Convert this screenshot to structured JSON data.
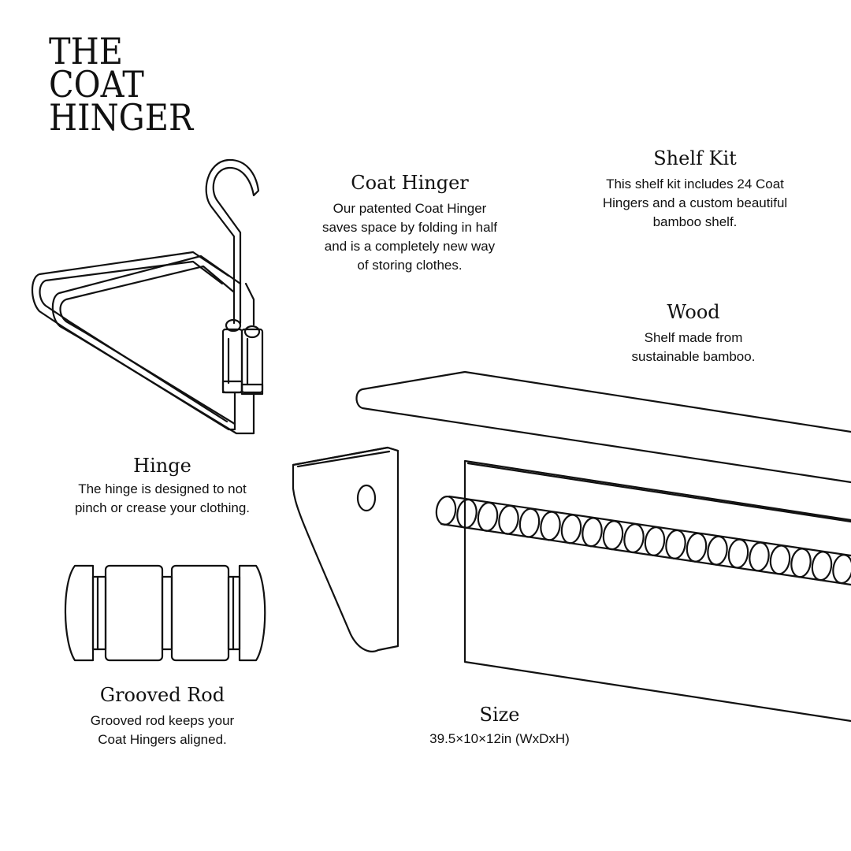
{
  "title": {
    "lines": [
      "THE",
      "COAT",
      "HINGER"
    ]
  },
  "sections": {
    "coat_hinger": {
      "heading": "Coat Hinger",
      "lines": [
        "Our patented Coat Hinger",
        "saves space by folding in half",
        "and is a completely new way",
        "of storing clothes."
      ]
    },
    "shelf_kit": {
      "heading": "Shelf Kit",
      "lines": [
        "This shelf kit includes 24 Coat",
        "Hingers and a custom beautiful",
        "bamboo shelf."
      ]
    },
    "wood": {
      "heading": "Wood",
      "lines": [
        "Shelf made from",
        "sustainable bamboo."
      ]
    },
    "hinge": {
      "heading": "Hinge",
      "lines": [
        "The hinge is designed to not",
        "pinch or crease your clothing."
      ]
    },
    "grooved_rod": {
      "heading": "Grooved Rod",
      "lines": [
        "Grooved rod keeps your",
        "Coat Hingers aligned."
      ]
    },
    "size": {
      "heading": "Size",
      "lines": [
        "39.5×10×12in (WxDxH)"
      ]
    }
  }
}
